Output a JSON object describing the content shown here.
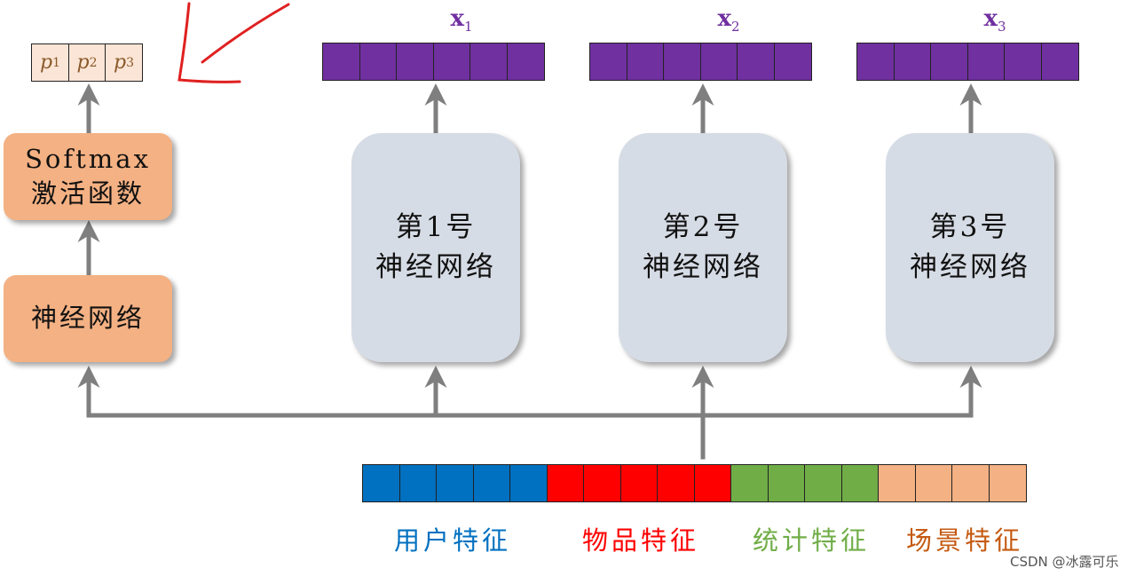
{
  "probabilities": [
    {
      "symbol": "p",
      "index": "1"
    },
    {
      "symbol": "p",
      "index": "2"
    },
    {
      "symbol": "p",
      "index": "3"
    }
  ],
  "softmax_box": {
    "line1": "Softmax",
    "line2": "激活函数"
  },
  "gate_network_box": {
    "label": "神经网络"
  },
  "experts": [
    {
      "line1": "第1号",
      "line2": "神经网络",
      "output_symbol": "x",
      "output_index": "1"
    },
    {
      "line1": "第2号",
      "line2": "神经网络",
      "output_symbol": "x",
      "output_index": "2"
    },
    {
      "line1": "第3号",
      "line2": "神经网络",
      "output_symbol": "x",
      "output_index": "3"
    }
  ],
  "feature_groups": [
    {
      "label": "用户特征",
      "color": "#0070c0",
      "cells": 5
    },
    {
      "label": "物品特征",
      "color": "#ff0000",
      "cells": 5
    },
    {
      "label": "统计特征",
      "color": "#70ad47",
      "cells": 4
    },
    {
      "label": "场景特征",
      "color": "#f4b183",
      "label_color": "#c55a11",
      "cells": 4
    }
  ],
  "colors": {
    "arrow": "#7f7f7f",
    "expert_output": "#7030a0",
    "annotation": "#e02020"
  },
  "watermark": "CSDN @冰露可乐"
}
